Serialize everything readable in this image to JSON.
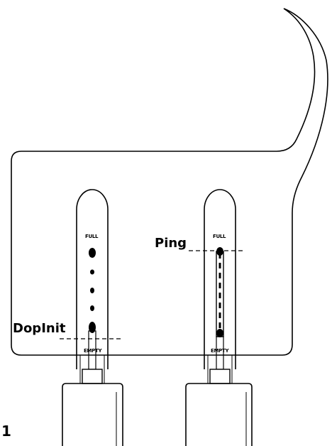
{
  "figure": {
    "labels": {
      "dopinit": "DopInit",
      "ping": "Ping",
      "tube_left_top": "FULL",
      "tube_left_bottom": "EMPTY",
      "tube_right_top": "FULL",
      "tube_right_bottom": "EMPTY",
      "panel_number": "1"
    },
    "left_tube": {
      "drop_count": 5
    },
    "right_tube": {
      "style": "filled-column"
    },
    "colors": {
      "stroke": "#000000",
      "background": "#ffffff"
    }
  }
}
